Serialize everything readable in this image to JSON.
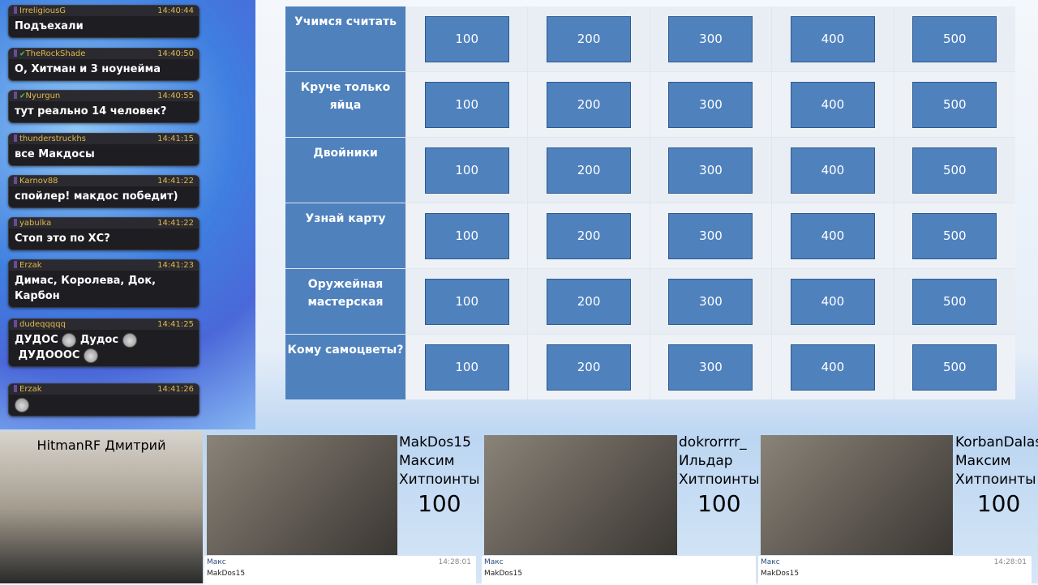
{
  "chat": [
    {
      "user": "IrreligiousG",
      "time": "14:40:44",
      "text": "Подъехали"
    },
    {
      "user": "TheRockShade",
      "time": "14:40:50",
      "text": "О, Хитман и 3 ноунейма",
      "badge": true
    },
    {
      "user": "Nyurgun",
      "time": "14:40:55",
      "text": "тут реально 14 человек?",
      "badge": true
    },
    {
      "user": "thunderstruckhs",
      "time": "14:41:15",
      "text": "все Макдосы"
    },
    {
      "user": "Karnov88",
      "time": "14:41:22",
      "text": "спойлер! макдос победит)"
    },
    {
      "user": "yabulka",
      "time": "14:41:22",
      "text": "Стоп это по ХС?"
    },
    {
      "user": "Erzak",
      "time": "14:41:23",
      "text": "Димас, Королева, Док, Карбон"
    },
    {
      "user": "dudeqqqqq",
      "time": "14:41:25",
      "text_a": "ДУДОС",
      "text_b": "Дудос",
      "text_c": "ДУДОООС"
    },
    {
      "user": "Erzak",
      "time": "14:41:26",
      "text": ""
    }
  ],
  "board": {
    "categories": [
      "Учимся считать",
      "Круче только яйца",
      "Двойники",
      "Узнай карту",
      "Оружейная мастерская",
      "Кому самоцветы?"
    ],
    "values": [
      "100",
      "200",
      "300",
      "400",
      "500"
    ]
  },
  "host": {
    "name": "HitmanRF Дмитрий"
  },
  "players": [
    {
      "nick": "MakDos15",
      "name": "Максим",
      "label": "Хитпоинты",
      "score": "100"
    },
    {
      "nick": "dokrorrrr_",
      "name": "Ильдар",
      "label": "Хитпоинты",
      "score": "100"
    },
    {
      "nick": "KorbanDalas",
      "name": "Максим",
      "label": "Хитпоинты",
      "score": "100"
    }
  ],
  "notes": [
    {
      "sender": "Макс",
      "time": "14:28:01",
      "text": "MakDos15"
    },
    {
      "sender": "Макс",
      "time": "",
      "text": "MakDos15"
    },
    {
      "sender": "Макс",
      "time": "14:28:01",
      "text": "MakDos15"
    }
  ]
}
